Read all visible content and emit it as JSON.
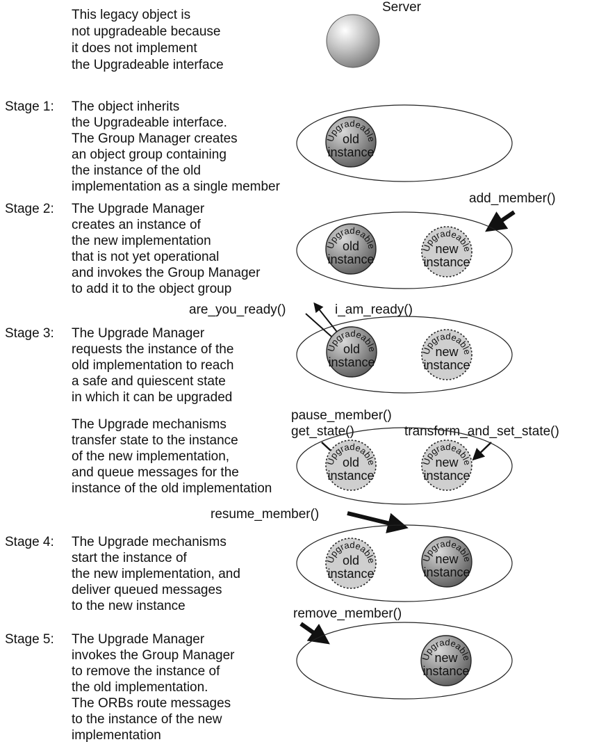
{
  "server": {
    "title": "Server",
    "note": [
      "This legacy object is",
      "not upgradeable because",
      "it does not implement",
      "the Upgradeable interface"
    ]
  },
  "object_words": {
    "interface": "Upgradeable",
    "old": "old",
    "new": "new",
    "instance": "instance"
  },
  "stages": [
    {
      "label": "Stage 1:",
      "lines": [
        "The object inherits",
        "the Upgradeable interface.",
        "The Group Manager creates",
        "an object group containing",
        "the instance of the old",
        "implementation as a single member"
      ]
    },
    {
      "label": "Stage 2:",
      "lines": [
        "The Upgrade Manager",
        "creates an instance of",
        "the new implementation",
        "that is not yet operational",
        "and invokes the Group Manager",
        "to add it to the object group"
      ]
    },
    {
      "label": "Stage 3:",
      "lines": [
        "The Upgrade Manager",
        "requests the instance of the",
        "old implementation to reach",
        "a safe and quiescent state",
        "in which it can be upgraded"
      ],
      "sub_lines": [
        "The Upgrade mechanisms",
        "transfer state to the instance",
        "of the new implementation,",
        "and queue messages for the",
        "instance of the old implementation"
      ]
    },
    {
      "label": "Stage 4:",
      "lines": [
        "The Upgrade mechanisms",
        "start the instance of",
        "the new implementation, and",
        "deliver queued messages",
        "to the new instance"
      ]
    },
    {
      "label": "Stage 5:",
      "lines": [
        "The Upgrade Manager",
        "invokes the Group Manager",
        "to remove the instance of",
        "the old implementation.",
        "The ORBs route messages",
        "to the instance of the new",
        "implementation"
      ]
    }
  ],
  "methods": {
    "add_member": "add_member()",
    "are_you_ready": "are_you_ready()",
    "i_am_ready": "i_am_ready()",
    "pause_member": "pause_member()",
    "get_state": "get_state()",
    "transform_and_set_state": "transform_and_set_state()",
    "resume_member": "resume_member()",
    "remove_member": "remove_member()"
  },
  "colors": {
    "active_fill": "#8a8a8a",
    "inactive_fill": "#cfcfcf",
    "server_fill": "#bdbdbd",
    "outline": "#222222"
  }
}
